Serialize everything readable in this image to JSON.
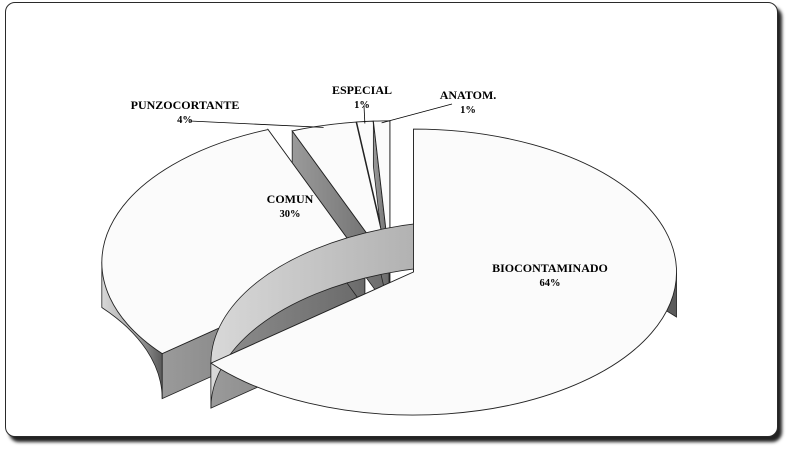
{
  "chart_data": {
    "type": "pie",
    "is_3d": true,
    "exploded": true,
    "legend": "none",
    "categories": [
      "BIOCONTAMINADO",
      "COMUN",
      "PUNZOCORTANTE",
      "ESPECIAL",
      "ANATOM."
    ],
    "values": [
      64,
      30,
      4,
      1,
      1
    ],
    "data_labels": [
      "64%",
      "30%",
      "4%",
      "1%",
      "1%"
    ]
  }
}
